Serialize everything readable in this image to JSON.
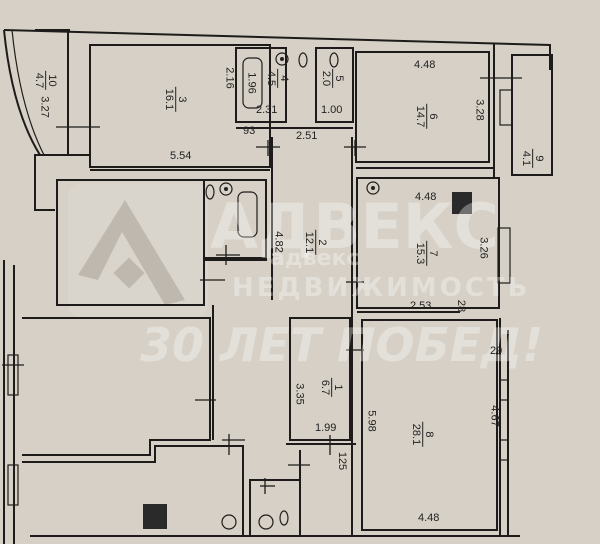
{
  "plan": {
    "rooms": [
      {
        "number": "1",
        "area": "6.7"
      },
      {
        "number": "2",
        "area": "12.1"
      },
      {
        "number": "3",
        "area": "16.1"
      },
      {
        "number": "4",
        "area": "4.5"
      },
      {
        "number": "5",
        "area": "2.0"
      },
      {
        "number": "6",
        "area": "14.7"
      },
      {
        "number": "7",
        "area": "15.3"
      },
      {
        "number": "8",
        "area": "28.1"
      },
      {
        "number": "9",
        "area": "4.1"
      },
      {
        "number": "10",
        "area": "4.7"
      }
    ],
    "dimensions": {
      "d_327": "3.27",
      "d_216": "2.16",
      "d_554": "5.54",
      "d_93": "93",
      "d_196": "1.96",
      "d_231": "2.31",
      "d_100": "1.00",
      "d_251": "2.51",
      "d_448_top": "4.48",
      "d_328": "3.28",
      "d_482": "4.82",
      "d_448_mid": "4.48",
      "d_326": "3.26",
      "d_253": "2.53",
      "d_28": "28",
      "d_29": "29",
      "d_335": "3.35",
      "d_199": "1.99",
      "d_125": "125",
      "d_598": "5.98",
      "d_467": "4.67",
      "d_448_bottom": "4.48"
    }
  },
  "watermark": {
    "brand": "АДВЕКС",
    "brand_small": "адвекс",
    "subtitle": "НЕДВИЖИМОСТЬ",
    "slogan": "30 ЛЕТ ПОБЕД!"
  }
}
